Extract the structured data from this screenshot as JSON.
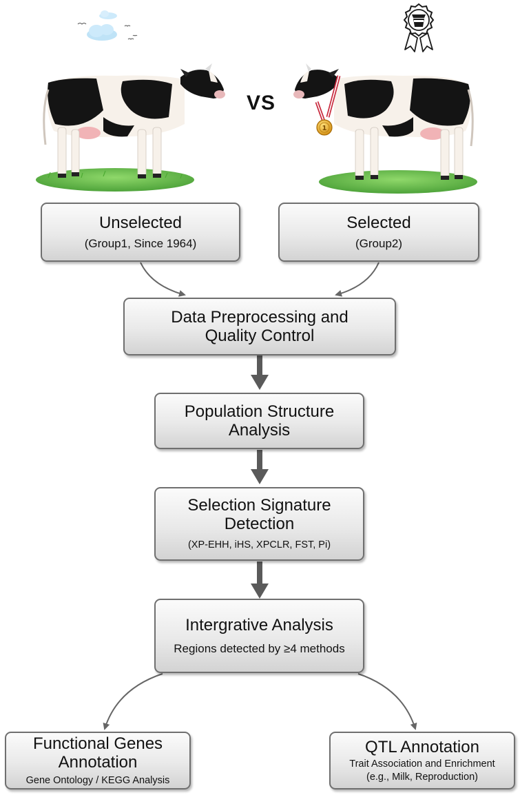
{
  "vs_label": "VS",
  "groups": {
    "unselected": {
      "title": "Unselected",
      "subtitle": "(Group1, Since 1964)"
    },
    "selected": {
      "title": "Selected",
      "subtitle": "(Group2)"
    }
  },
  "steps": {
    "preprocessing": {
      "line1": "Data Preprocessing and",
      "line2": "Quality Control"
    },
    "population": {
      "line1": "Population Structure",
      "line2": "Analysis"
    },
    "selection": {
      "line1": "Selection Signature",
      "line2": "Detection",
      "methods": "(XP-EHH, iHS, XPCLR, FST, Pi)"
    },
    "integrative": {
      "title": "Intergrative Analysis",
      "subtitle": "Regions detected by ≥4 methods"
    }
  },
  "outputs": {
    "functional": {
      "line1": "Functional Genes",
      "line2": "Annotation",
      "detail": "Gene Ontology / KEGG  Analysis"
    },
    "qtl": {
      "title": "QTL Annotation",
      "detail1": "Trait Association and Enrichment",
      "detail2": "(e.g., Milk, Reproduction)"
    }
  },
  "medal_number": "1",
  "colors": {
    "box_border": "#6f6f6f",
    "arrow_dark": "#5a5a5a",
    "grass": "#6cc04a",
    "medal": "#e3a21a",
    "ribbon_red": "#c8283c"
  },
  "icons": [
    "cloud-icon",
    "bird-icon",
    "cow-icon",
    "medal-icon",
    "award-badge-icon",
    "arrow-icon"
  ]
}
